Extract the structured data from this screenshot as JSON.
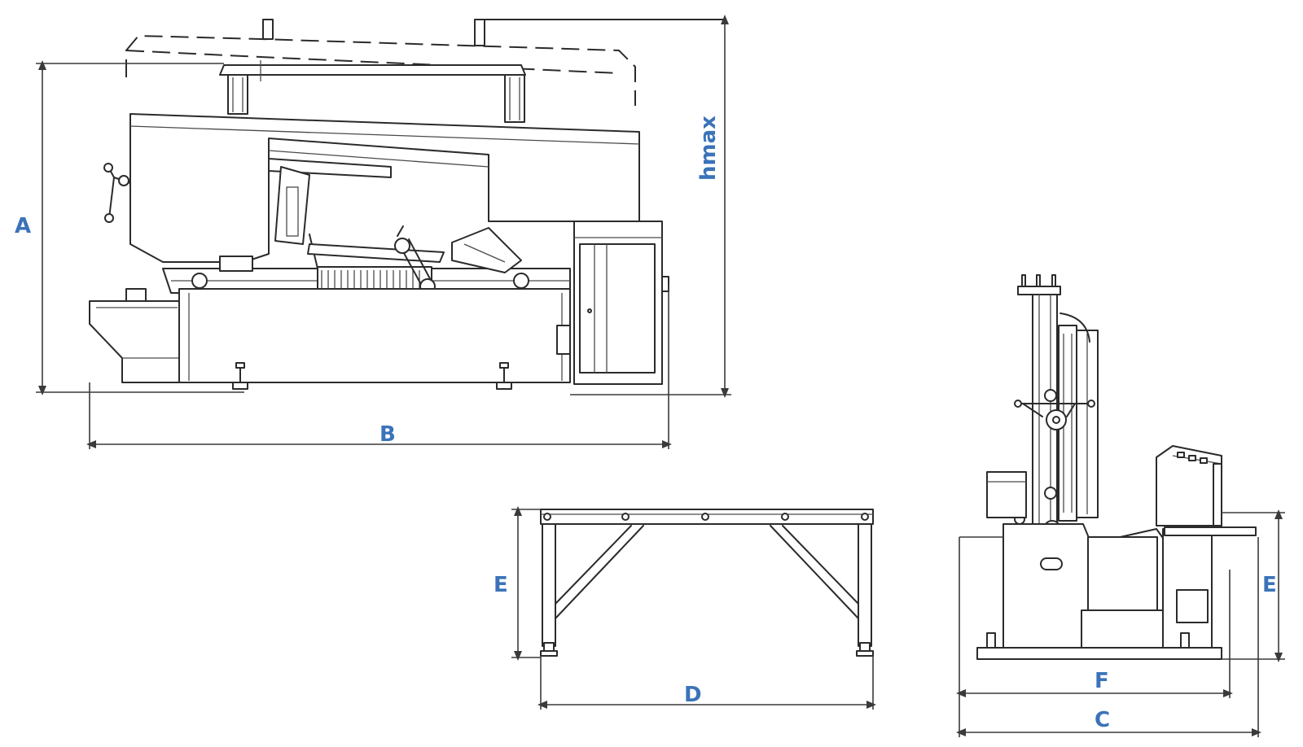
{
  "accent_color": "#3b73b9",
  "line_color": "#2b2b2b",
  "labels": {
    "A": "A",
    "hmax": "hmax",
    "B": "B",
    "D": "D",
    "E_left": "E",
    "E_right": "E",
    "F": "F",
    "C": "C"
  }
}
